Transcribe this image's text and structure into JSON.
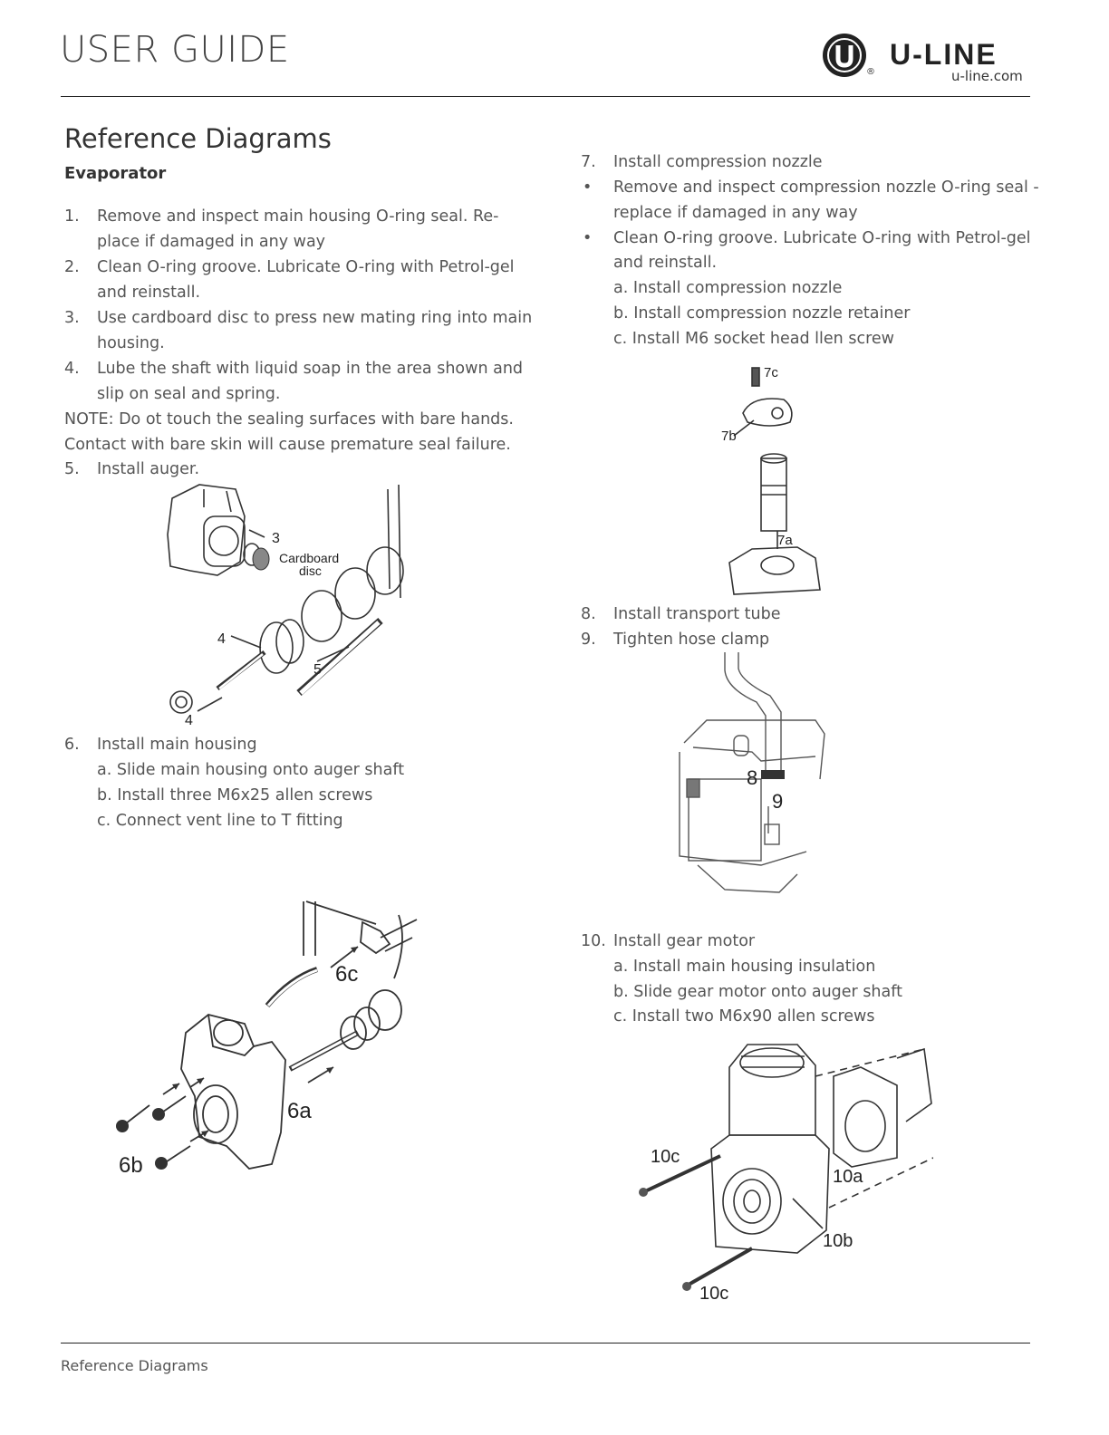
{
  "header": {
    "title": "USER GUIDE",
    "logo_text": "U-LINE",
    "logo_url": "u-line.com",
    "registered_mark": "®"
  },
  "section": {
    "title": "Reference Diagrams",
    "subtitle": "Evaporator"
  },
  "left_steps": {
    "s1_num": "1.",
    "s1_l1": "Remove and inspect main housing O-ring seal. Re-",
    "s1_l2": "place if damaged in any way",
    "s2_num": "2.",
    "s2_l1": "Clean O-ring groove. Lubricate O-ring with Petrol-gel",
    "s2_l2": "and reinstall.",
    "s3_num": "3.",
    "s3_l1": "Use cardboard disc to press new mating ring into main",
    "s3_l2": "housing.",
    "s4_num": "4.",
    "s4_l1": "Lube the shaft with liquid soap in the area shown and",
    "s4_l2": "slip on seal and spring.",
    "note_l1": "NOTE: Do ot touch the sealing surfaces with bare hands.",
    "note_l2": "Contact with bare skin will cause premature seal failure.",
    "s5_num": "5.",
    "s5_text": "Install auger.",
    "s6_num": "6.",
    "s6_text": "Install main housing",
    "s6a": "a. Slide main housing onto auger shaft",
    "s6b": "b. Install three M6x25 allen screws",
    "s6c": "c. Connect vent line to T fitting"
  },
  "right_steps": {
    "s7_num": "7.",
    "s7_text": "Install compression nozzle",
    "b1_l1": "Remove and inspect compression nozzle O-ring seal -",
    "b1_l2": "replace if damaged in any way",
    "b2_l1": "Clean O-ring groove. Lubricate O-ring with Petrol-gel",
    "b2_l2": "and reinstall.",
    "s7a": "a. Install compression nozzle",
    "s7b": "b. Install compression nozzle retainer",
    "s7c": "c. Install M6 socket head llen screw",
    "s8_num": "8.",
    "s8_text": "Install transport tube",
    "s9_num": "9.",
    "s9_text": "Tighten hose clamp",
    "s10_num": "10.",
    "s10_text": "Install gear motor",
    "s10a": "a. Install main housing insulation",
    "s10b": "b. Slide gear motor onto auger shaft",
    "s10c": "c. Install two M6x90 allen screws"
  },
  "figures": {
    "auger": {
      "l3": "3",
      "cardboard_1": "Cardboard",
      "cardboard_2": "disc",
      "l4a": "4",
      "l5": "5",
      "l4b": "4"
    },
    "housing": {
      "l6c": "6c",
      "l6a": "6a",
      "l6b": "6b"
    },
    "nozzle": {
      "l7c": "7c",
      "l7b": "7b",
      "l7a": "7a"
    },
    "tube": {
      "l8": "8",
      "l9": "9"
    },
    "motor": {
      "l10c_top": "10c",
      "l10a": "10a",
      "l10b": "10b",
      "l10c_bottom": "10c"
    }
  },
  "footer": {
    "text": "Reference Diagrams"
  }
}
